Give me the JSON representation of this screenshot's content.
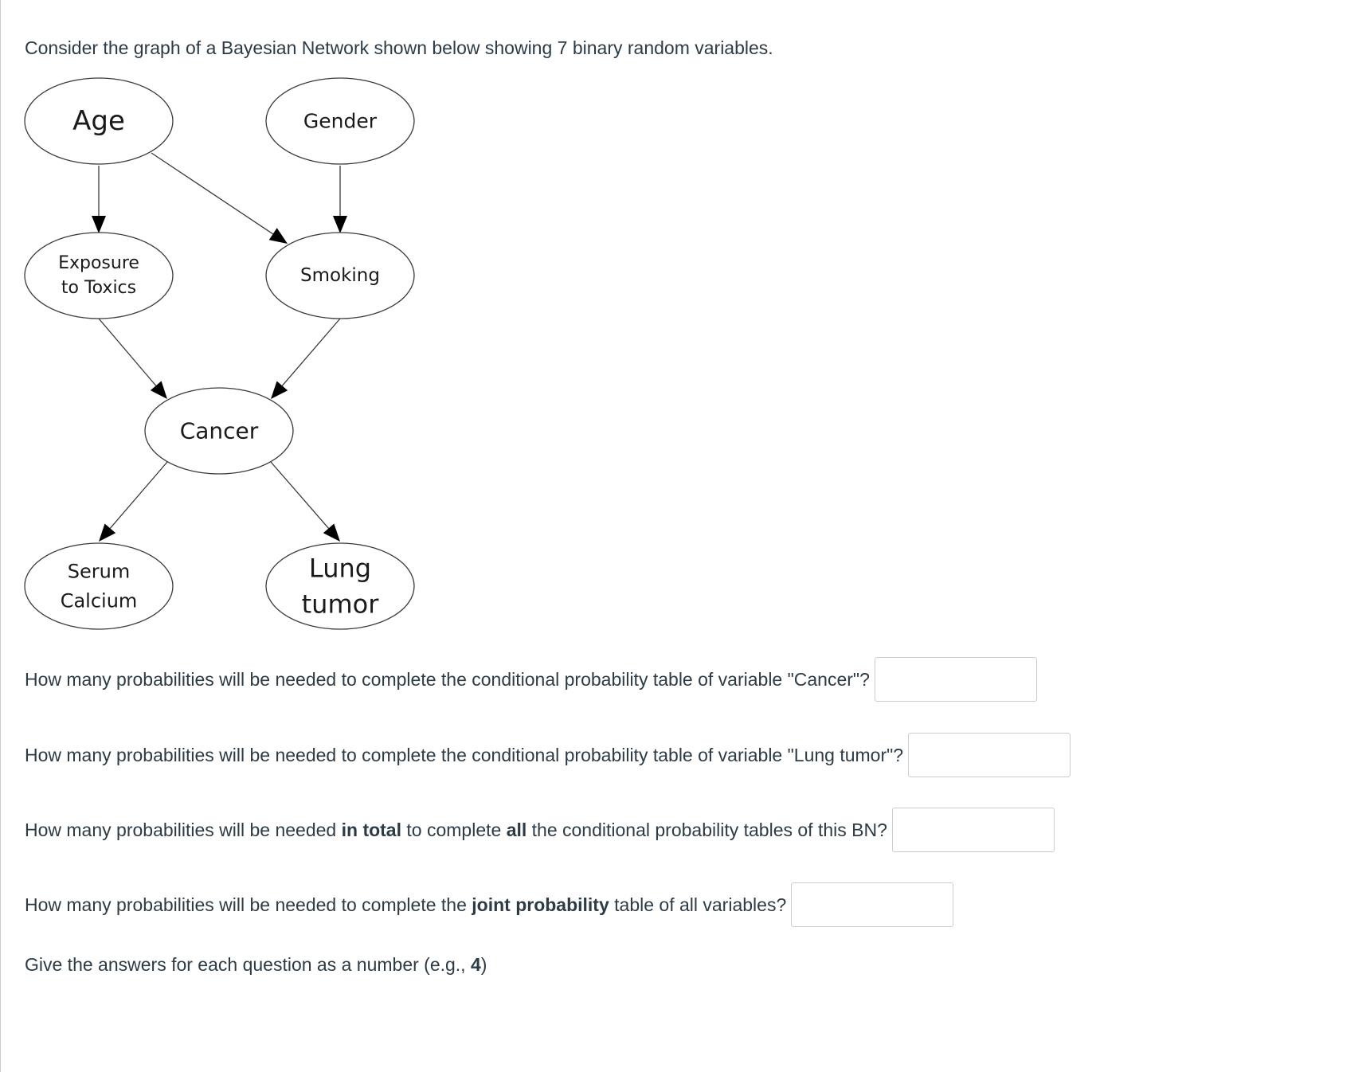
{
  "intro_text": "Consider the graph of a Bayesian Network shown below showing 7 binary random variables.",
  "diagram": {
    "nodes": [
      {
        "id": "age",
        "lines": [
          "Age"
        ]
      },
      {
        "id": "gender",
        "lines": [
          "Gender"
        ]
      },
      {
        "id": "exposure",
        "lines": [
          "Exposure",
          "to Toxics"
        ]
      },
      {
        "id": "smoking",
        "lines": [
          "Smoking"
        ]
      },
      {
        "id": "cancer",
        "lines": [
          "Cancer"
        ]
      },
      {
        "id": "serum",
        "lines": [
          "Serum",
          "Calcium"
        ]
      },
      {
        "id": "lung",
        "lines": [
          "Lung",
          "tumor"
        ]
      }
    ],
    "edges": [
      {
        "from": "age",
        "to": "exposure"
      },
      {
        "from": "age",
        "to": "smoking"
      },
      {
        "from": "gender",
        "to": "smoking"
      },
      {
        "from": "exposure",
        "to": "cancer"
      },
      {
        "from": "smoking",
        "to": "cancer"
      },
      {
        "from": "cancer",
        "to": "serum"
      },
      {
        "from": "cancer",
        "to": "lung"
      }
    ]
  },
  "questions": [
    {
      "pre": "How many probabilities will be needed to complete the conditional probability table of variable \"Cancer\"?",
      "value": ""
    },
    {
      "pre": "How many probabilities will be needed to complete the conditional probability table of variable \"Lung tumor\"?",
      "value": ""
    },
    {
      "pre": "How many probabilities will be needed ",
      "bold1": "in total",
      "mid": " to complete ",
      "bold2": "all",
      "post": " the conditional probability tables of this BN?",
      "value": ""
    },
    {
      "pre": "How many probabilities will be needed to complete the ",
      "bold1": "joint probability",
      "post": " table of all variables?",
      "value": ""
    }
  ],
  "hint": {
    "text": "Give the answers for each question as a number (e.g., ",
    "example": "4",
    "close": ")"
  }
}
